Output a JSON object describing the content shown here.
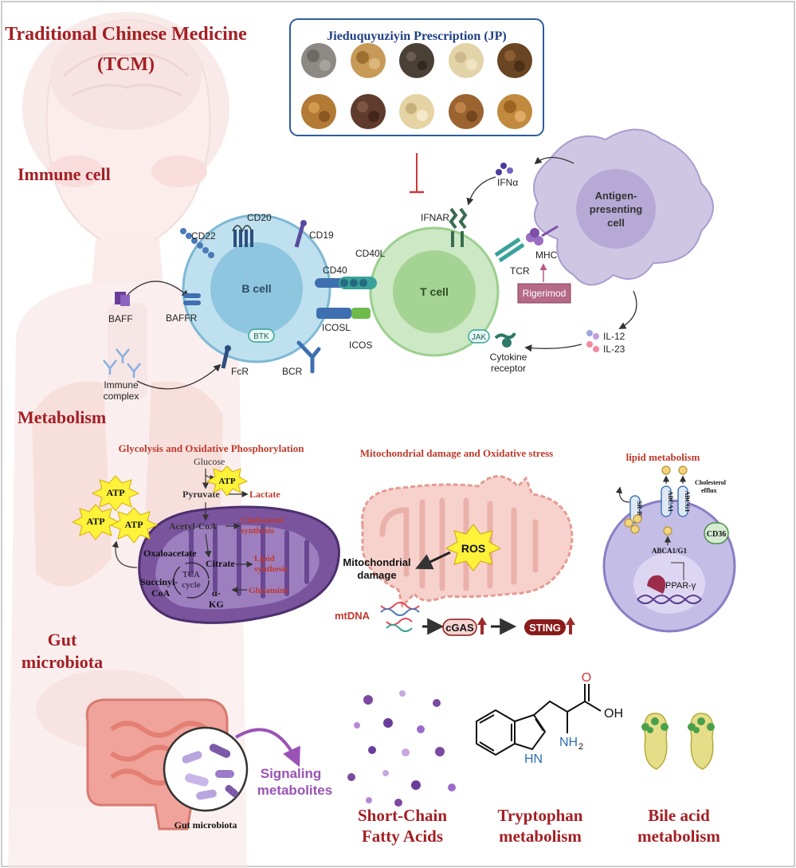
{
  "headings": {
    "tcm_line1": "Traditional Chinese Medicine",
    "tcm_line2": "(TCM)",
    "immune_cell": "Immune cell",
    "metabolism": "Metabolism",
    "gut_line1": "Gut",
    "gut_line2": "microbiota"
  },
  "prescription": {
    "title": "Jieduquyuziyin Prescription (JP)",
    "herb_count": 10
  },
  "immune": {
    "b_cell": "B cell",
    "t_cell": "T cell",
    "apc_line1": "Antigen-",
    "apc_line2": "presenting",
    "apc_line3": "cell",
    "cd22": "CD22",
    "cd20": "CD20",
    "cd19": "CD19",
    "cd40": "CD40",
    "cd40l": "CD40L",
    "icosl": "ICOSL",
    "icos": "ICOS",
    "baff": "BAFF",
    "baffr": "BAFFR",
    "btk": "BTK",
    "fcr": "FcR",
    "bcr": "BCR",
    "immune_complex_line1": "Immune",
    "immune_complex_line2": "complex",
    "ifnar": "IFNAR",
    "ifna": "IFNα",
    "tcr": "TCR",
    "mhc": "MHC",
    "rigerimod": "Rigerimod",
    "jak": "JAK",
    "cytokine_line1": "Cytokine",
    "cytokine_line2": "receptor",
    "il12": "IL-12",
    "il23": "IL-23"
  },
  "glycolysis": {
    "title": "Glycolysis and Oxidative Phosphorylation",
    "glucose": "Glucose",
    "pyruvate": "Pyruvate",
    "lactate": "Lactate",
    "acetyl_coa": "Acetyl-CoA",
    "cholesterol_line1": "Cholesterol",
    "cholesterol_line2": "synthesis",
    "oxaloacetate": "Oxaloacetate",
    "citrate": "Citrate",
    "lipid_line1": "Lipid",
    "lipid_line2": "synthesis",
    "tca_line1": "TCA",
    "tca_line2": "cycle",
    "succinyl_line1": "Succinyl-",
    "succinyl_line2": "CoA",
    "alpha": "α-",
    "kg": "KG",
    "glutamine": "Glutamine",
    "atp": "ATP"
  },
  "mito": {
    "title": "Mitochondrial damage and Oxidative stress",
    "ros": "ROS",
    "damage_line1": "Mitochondrial",
    "damage_line2": "damage",
    "mtdna": "mtDNA",
    "cgas": "cGAS",
    "sting": "STING"
  },
  "lipid": {
    "title": "lipid metabolism",
    "srbi": "SR-BI",
    "abca1": "ABCA1",
    "abcg1": "ABCG1",
    "efflux_line1": "Cholesterol",
    "efflux_line2": "efflux",
    "cd36": "CD36",
    "abca1g1": "ABCA1/G1",
    "pparg": "PPAR-γ"
  },
  "gut": {
    "signaling_line1": "Signaling",
    "signaling_line2": "metabolites",
    "microbiota_label": "Gut microbiota",
    "scfa_line1": "Short-Chain",
    "scfa_line2": "Fatty Acids",
    "trp_line1": "Tryptophan",
    "trp_line2": "metabolism",
    "bile_line1": "Bile acid",
    "bile_line2": "metabolism",
    "o_atom": "O",
    "oh_group": "OH",
    "hn_group": "HN",
    "nh_group": "NH",
    "sub2": "2"
  },
  "colors": {
    "heading_red": "#a31f24",
    "metabolism_red": "#c0392b",
    "prescription_blue": "#1f3f86",
    "b_cell_fill": "#b9dcec",
    "t_cell_fill": "#c7e6c0",
    "apc_fill": "#c8c0e0",
    "signal_purple": "#9a53b5",
    "sting_red": "#8b1a1a"
  }
}
